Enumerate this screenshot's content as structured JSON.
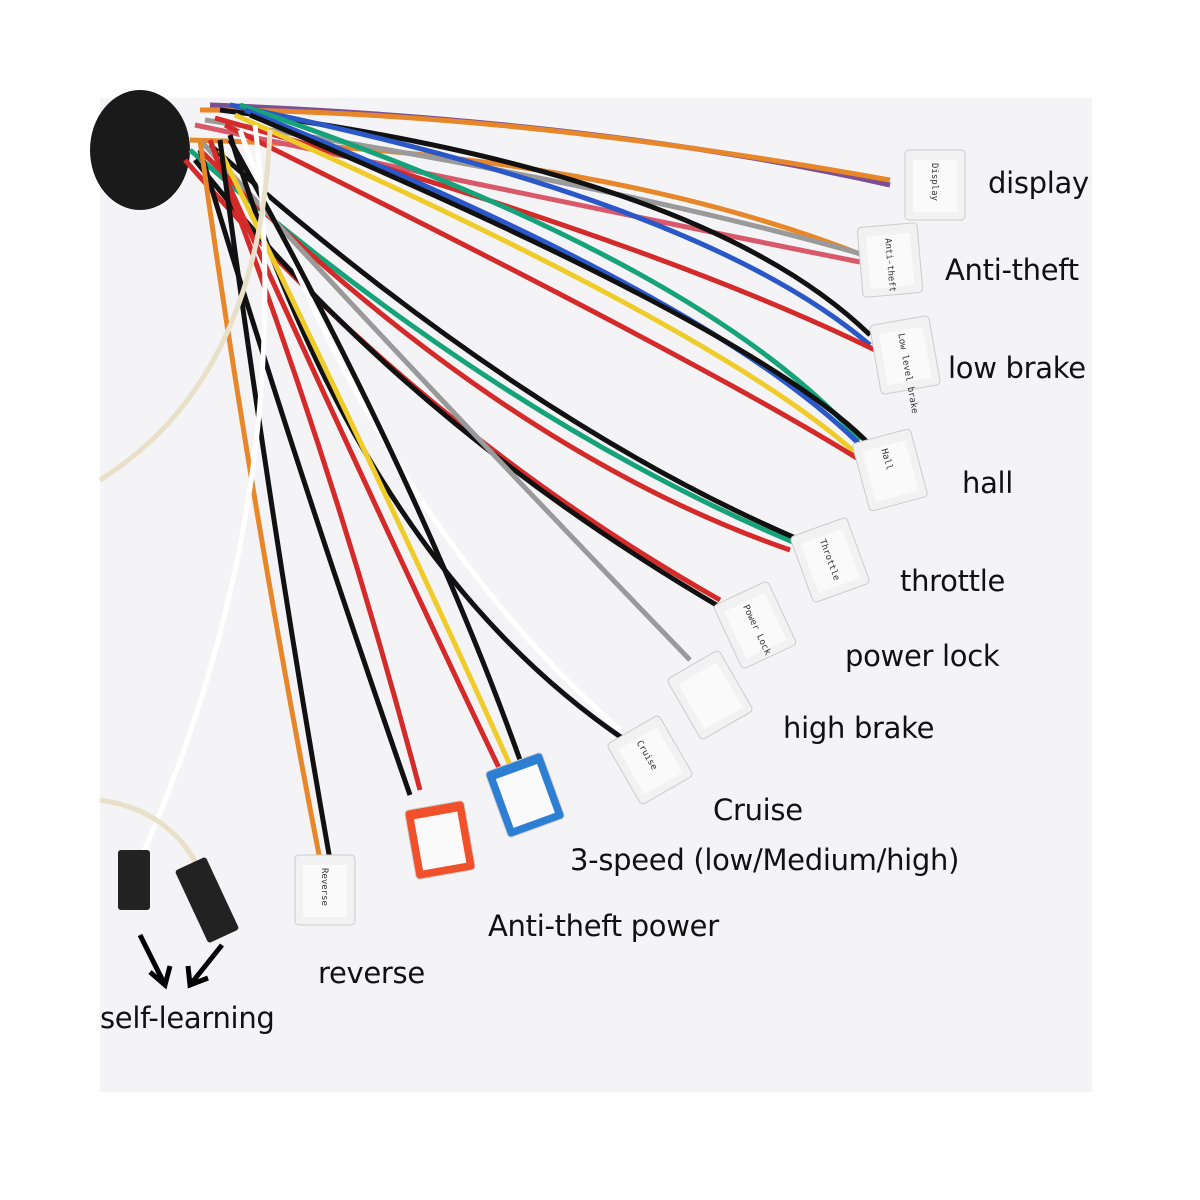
{
  "labels": {
    "display": "display",
    "anti_theft": "Anti-theft",
    "low_brake": "low brake",
    "hall": "hall",
    "throttle": "throttle",
    "power_lock": "power lock",
    "high_brake": "high brake",
    "cruise": "Cruise",
    "three_speed": "3-speed (low/Medium/high)",
    "anti_theft_power": "Anti-theft power",
    "reverse": "reverse",
    "self_learning": "self-learning"
  },
  "stickers": {
    "display": "Display",
    "anti_theft": "Anti-theft",
    "low_brake": "Low level brake",
    "hall": "Hall",
    "throttle": "Throttle",
    "power_lock": "Power Lock",
    "cruise": "Cruise",
    "reverse": "Reverse"
  }
}
